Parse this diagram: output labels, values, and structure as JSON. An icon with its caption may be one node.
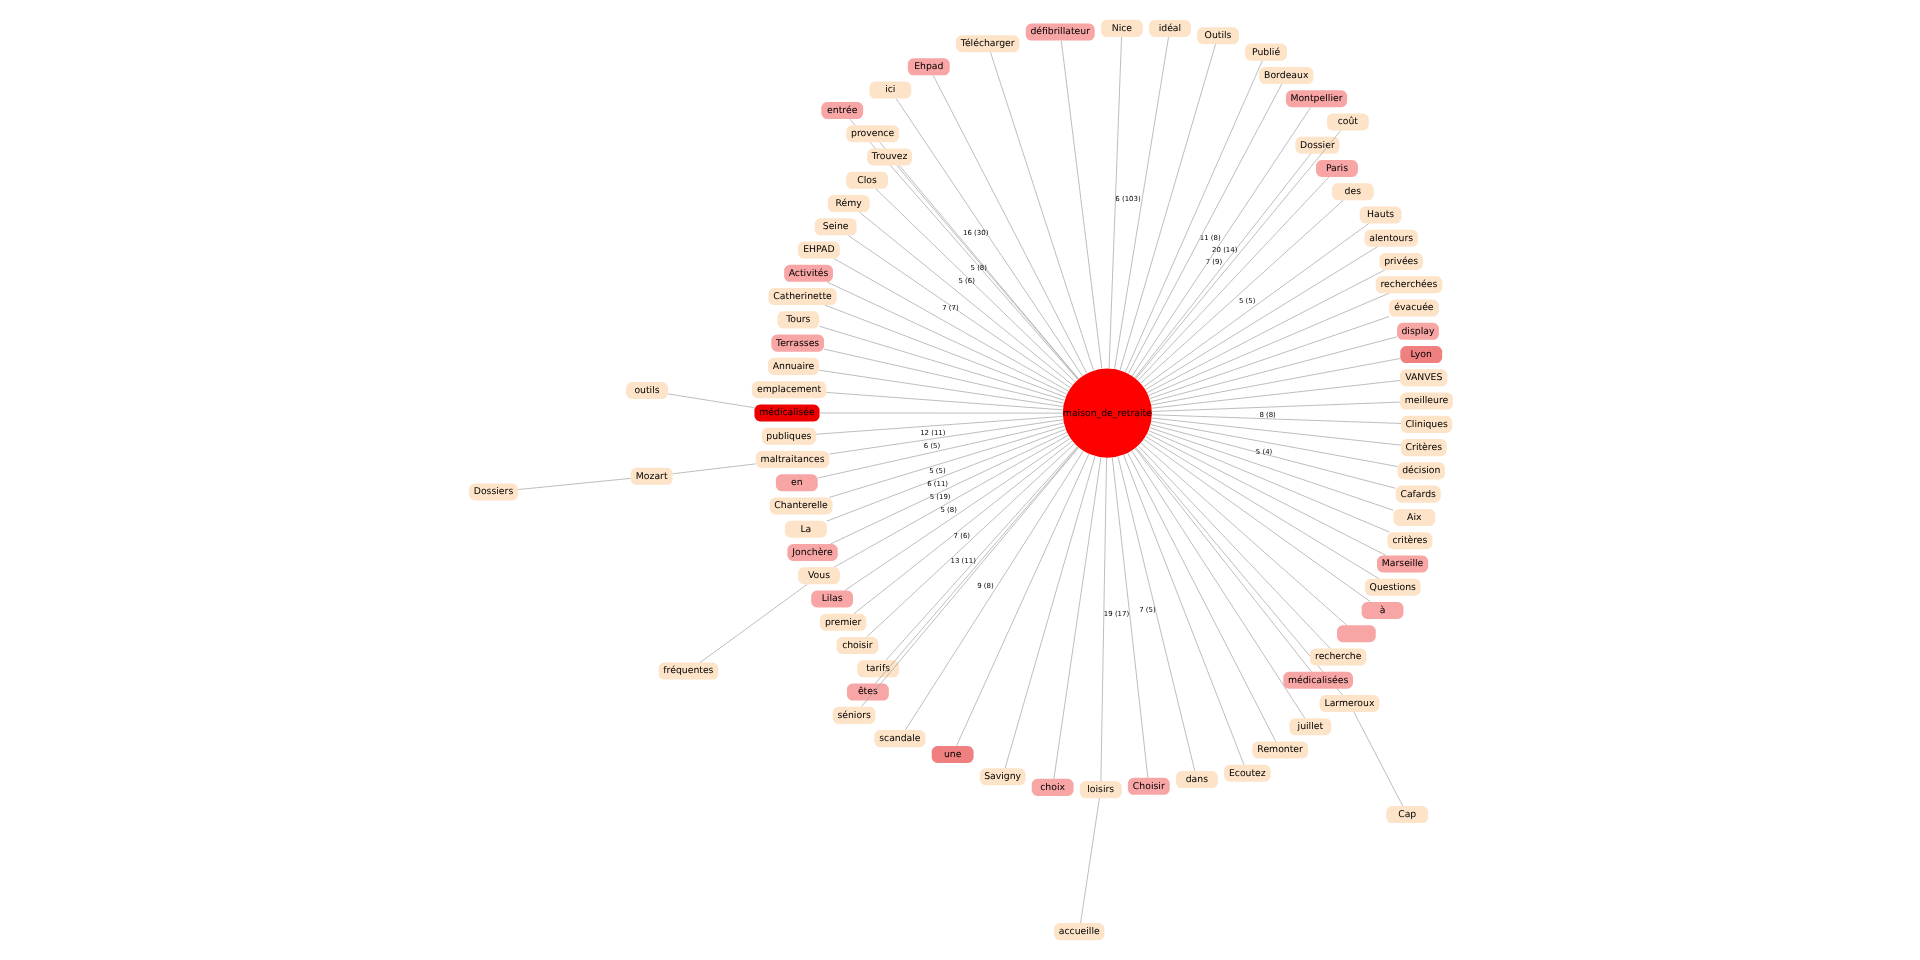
{
  "diagram": {
    "nodes": [
      {
        "text": [
          "maison_de_retraite"
        ]
      },
      {
        "text": [
          "meilleure"
        ]
      },
      {
        "text": [
          "VANVES"
        ]
      },
      {
        "text": [
          "Lyon"
        ]
      },
      {
        "text": [
          "display"
        ]
      },
      {
        "text": [
          "évacuée"
        ]
      },
      {
        "text": [
          "recherchées"
        ]
      },
      {
        "text": [
          "privées"
        ]
      },
      {
        "text": [
          "alentours"
        ]
      },
      {
        "text": [
          "Hauts"
        ]
      },
      {
        "text": [
          "des"
        ]
      },
      {
        "text": [
          "Paris"
        ]
      },
      {
        "text": [
          "Dossier"
        ]
      },
      {
        "text": [
          "coût"
        ]
      },
      {
        "text": [
          "Montpellier"
        ]
      },
      {
        "text": [
          "Bordeaux"
        ]
      },
      {
        "text": [
          "Publié"
        ]
      },
      {
        "text": [
          "Outils"
        ]
      },
      {
        "text": [
          "idéal"
        ]
      },
      {
        "text": [
          "Nice"
        ]
      },
      {
        "text": [
          "défibrillateur"
        ]
      },
      {
        "text": [
          "Télécharger"
        ]
      },
      {
        "text": [
          "Ehpad"
        ]
      },
      {
        "text": [
          "ici"
        ]
      },
      {
        "text": [
          "entrée"
        ]
      },
      {
        "text": [
          "provence"
        ]
      },
      {
        "text": [
          "Trouvez"
        ]
      },
      {
        "text": [
          "Clos"
        ]
      },
      {
        "text": [
          "Rémy"
        ]
      },
      {
        "text": [
          "Seine"
        ]
      },
      {
        "text": [
          "EHPAD"
        ]
      },
      {
        "text": [
          "Activités"
        ]
      },
      {
        "text": [
          "Catherinette"
        ]
      },
      {
        "text": [
          "Tours"
        ]
      },
      {
        "text": [
          "Terrasses"
        ]
      },
      {
        "text": [
          "Annuaire"
        ]
      },
      {
        "text": [
          "emplacement"
        ]
      },
      {
        "text": [
          "outils"
        ]
      },
      {
        "text": [
          "médicalisée"
        ]
      },
      {
        "text": [
          "publiques"
        ]
      },
      {
        "text": [
          "maltraitances"
        ]
      },
      {
        "text": [
          "Mozart"
        ]
      },
      {
        "text": [
          "Dossiers"
        ]
      },
      {
        "text": [
          "en"
        ]
      },
      {
        "text": [
          "Chanterelle"
        ]
      },
      {
        "text": [
          "La"
        ]
      },
      {
        "text": [
          "Jonchère"
        ]
      },
      {
        "text": [
          "Vous"
        ]
      },
      {
        "text": [
          "fréquentes"
        ]
      },
      {
        "text": [
          "Lilas"
        ]
      },
      {
        "text": [
          "premier"
        ]
      },
      {
        "text": [
          "choisir"
        ]
      },
      {
        "text": [
          "tarifs"
        ]
      },
      {
        "text": [
          "êtes"
        ]
      },
      {
        "text": [
          "séniors"
        ]
      },
      {
        "text": [
          "scandale"
        ]
      },
      {
        "text": [
          "une"
        ]
      },
      {
        "text": [
          "Savigny"
        ]
      },
      {
        "text": [
          "choix"
        ]
      },
      {
        "text": [
          "loisirs"
        ]
      },
      {
        "text": [
          "Choisir"
        ]
      },
      {
        "text": [
          "dans"
        ]
      },
      {
        "text": [
          "accueille"
        ]
      },
      {
        "text": [
          "Ecoutez"
        ]
      },
      {
        "text": [
          "Remonter"
        ]
      },
      {
        "text": [
          "juillet"
        ]
      },
      {
        "text": [
          "Larmeroux"
        ]
      },
      {
        "text": [
          "médicalisées"
        ]
      },
      {
        "text": [
          "recherche"
        ]
      },
      {
        "text": [],
        "shape": "box"
      },
      {
        "text": [
          "à"
        ]
      },
      {
        "text": [
          "Questions"
        ]
      },
      {
        "text": [
          "Marseille"
        ]
      },
      {
        "text": [
          "Cap"
        ]
      },
      {
        "text": [
          "critères"
        ]
      },
      {
        "text": [
          "Aix"
        ]
      },
      {
        "text": [
          "Cafards"
        ]
      },
      {
        "text": [
          "décision"
        ]
      },
      {
        "text": [
          "Critères"
        ]
      },
      {
        "text": [
          "Cliniques"
        ]
      }
    ],
    "edges": [
      {
        "from": 0,
        "to": 1,
        "arrow": "none"
      },
      {
        "from": 0,
        "to": 2,
        "arrow": "none"
      },
      {
        "from": 0,
        "to": 3,
        "arrow": "none"
      },
      {
        "from": 0,
        "to": 4,
        "arrow": "none"
      },
      {
        "from": 0,
        "to": 5,
        "arrow": "none"
      },
      {
        "from": 0,
        "to": 6,
        "arrow": "none"
      },
      {
        "from": 0,
        "to": 7,
        "arrow": "none"
      },
      {
        "from": 0,
        "to": 8,
        "arrow": "none"
      },
      {
        "from": 0,
        "to": 9,
        "arrow": "none",
        "label": "5 (5)"
      },
      {
        "from": 0,
        "to": 10,
        "arrow": "none"
      },
      {
        "from": 0,
        "to": 11,
        "arrow": "none"
      },
      {
        "from": 0,
        "to": 12,
        "arrow": "none",
        "label": "7 (9)"
      },
      {
        "from": 0,
        "to": 13,
        "arrow": "none",
        "label": "20 (14)"
      },
      {
        "from": 0,
        "to": 14,
        "arrow": "none",
        "label": "11 (8)"
      },
      {
        "from": 0,
        "to": 15,
        "arrow": "none"
      },
      {
        "from": 0,
        "to": 16,
        "arrow": "none"
      },
      {
        "from": 0,
        "to": 17,
        "arrow": "none"
      },
      {
        "from": 0,
        "to": 18,
        "arrow": "none",
        "label": "6 (103)"
      },
      {
        "from": 0,
        "to": 19,
        "arrow": "none"
      },
      {
        "from": 0,
        "to": 20,
        "arrow": "none"
      },
      {
        "from": 0,
        "to": 21,
        "arrow": "none"
      },
      {
        "from": 0,
        "to": 22,
        "arrow": "none"
      },
      {
        "from": 0,
        "to": 23,
        "arrow": "none",
        "label": "16 (30)"
      },
      {
        "from": 0,
        "to": 24,
        "arrow": "none"
      },
      {
        "from": 0,
        "to": 25,
        "arrow": "none"
      },
      {
        "from": 0,
        "to": 26,
        "arrow": "none",
        "label": "5 (8)"
      },
      {
        "from": 0,
        "to": 27,
        "arrow": "none",
        "label": "5 (6)"
      },
      {
        "from": 0,
        "to": 28,
        "arrow": "none"
      },
      {
        "from": 0,
        "to": 29,
        "arrow": "none",
        "label": "7 (7)"
      },
      {
        "from": 0,
        "to": 30,
        "arrow": "none"
      },
      {
        "from": 0,
        "to": 31,
        "arrow": "none"
      },
      {
        "from": 0,
        "to": 32,
        "arrow": "none"
      },
      {
        "from": 0,
        "to": 33,
        "arrow": "none"
      },
      {
        "from": 0,
        "to": 34,
        "arrow": "none"
      },
      {
        "from": 0,
        "to": 35,
        "arrow": "none"
      },
      {
        "from": 0,
        "to": 36,
        "arrow": "none"
      },
      {
        "from": 38,
        "to": 37,
        "arrow": "none"
      },
      {
        "from": 0,
        "to": 38,
        "arrow": "none"
      },
      {
        "from": 0,
        "to": 39,
        "arrow": "none"
      },
      {
        "from": 0,
        "to": 40,
        "arrow": "none",
        "label": "12 (11)"
      },
      {
        "from": 40,
        "to": 41,
        "arrow": "none"
      },
      {
        "from": 41,
        "to": 42,
        "arrow": "none"
      },
      {
        "from": 0,
        "to": 43,
        "arrow": "none",
        "label": "6 (5)"
      },
      {
        "from": 0,
        "to": 44,
        "arrow": "none"
      },
      {
        "from": 0,
        "to": 45,
        "arrow": "none",
        "label": "5 (5)"
      },
      {
        "from": 0,
        "to": 46,
        "arrow": "none",
        "label": "6 (11)"
      },
      {
        "from": 0,
        "to": 47,
        "arrow": "none",
        "label": "5 (19)"
      },
      {
        "from": 47,
        "to": 48,
        "arrow": "none"
      },
      {
        "from": 0,
        "to": 49,
        "arrow": "none",
        "label": "5 (8)"
      },
      {
        "from": 0,
        "to": 50,
        "arrow": "none"
      },
      {
        "from": 0,
        "to": 51,
        "arrow": "none",
        "label": "7 (6)"
      },
      {
        "from": 0,
        "to": 52,
        "arrow": "none"
      },
      {
        "from": 0,
        "to": 53,
        "arrow": "none",
        "label": "13 (11)"
      },
      {
        "from": 0,
        "to": 54,
        "arrow": "none"
      },
      {
        "from": 0,
        "to": 55,
        "arrow": "none",
        "label": "9 (8)"
      },
      {
        "from": 0,
        "to": 56,
        "arrow": "none"
      },
      {
        "from": 0,
        "to": 57,
        "arrow": "none"
      },
      {
        "from": 0,
        "to": 58,
        "arrow": "none"
      },
      {
        "from": 0,
        "to": 59,
        "arrow": "none"
      },
      {
        "from": 0,
        "to": 60,
        "arrow": "none",
        "label": "19 (17)"
      },
      {
        "from": 0,
        "to": 61,
        "arrow": "none",
        "label": "7 (5)"
      },
      {
        "from": 59,
        "to": 62,
        "arrow": "none"
      },
      {
        "from": 0,
        "to": 63,
        "arrow": "none"
      },
      {
        "from": 0,
        "to": 64,
        "arrow": "none"
      },
      {
        "from": 0,
        "to": 65,
        "arrow": "none"
      },
      {
        "from": 0,
        "to": 66,
        "arrow": "none"
      },
      {
        "from": 0,
        "to": 67,
        "arrow": "none"
      },
      {
        "from": 0,
        "to": 68,
        "arrow": "none"
      },
      {
        "from": 0,
        "to": 69,
        "arrow": "none"
      },
      {
        "from": 0,
        "to": 70,
        "arrow": "none"
      },
      {
        "from": 0,
        "to": 71,
        "arrow": "none"
      },
      {
        "from": 0,
        "to": 72,
        "arrow": "none"
      },
      {
        "from": 66,
        "to": 73,
        "arrow": "none"
      },
      {
        "from": 0,
        "to": 74,
        "arrow": "none"
      },
      {
        "from": 0,
        "to": 75,
        "arrow": "none"
      },
      {
        "from": 0,
        "to": 76,
        "arrow": "none",
        "label": "5 (4)"
      },
      {
        "from": 0,
        "to": 77,
        "arrow": "none"
      },
      {
        "from": 0,
        "to": 78,
        "arrow": "none"
      },
      {
        "from": 0,
        "to": 79,
        "arrow": "none",
        "label": "8 (8)"
      }
    ]
  }
}
